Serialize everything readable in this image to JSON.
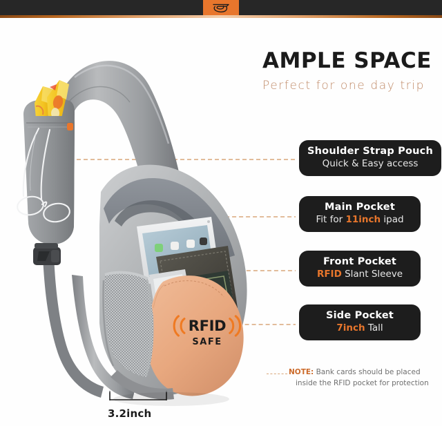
{
  "header": {
    "logo_icon": "brand-logo-icon",
    "bar_color": "#272727",
    "tab_color": "#e8762c"
  },
  "title": {
    "main": "AMPLE SPACE",
    "sub": "Perfect for one day trip",
    "main_color": "#1b1b1b",
    "sub_color": "#c08a67"
  },
  "callouts": [
    {
      "id": "shoulder-strap-pouch",
      "title": "Shoulder Strap Pouch",
      "sub_prefix": "Quick & Easy access",
      "sub_highlight": "",
      "sub_suffix": ""
    },
    {
      "id": "main-pocket",
      "title": "Main Pocket",
      "sub_prefix": "Fit for ",
      "sub_highlight": "11inch",
      "sub_suffix": " ipad"
    },
    {
      "id": "front-pocket",
      "title": "Front Pocket",
      "sub_prefix": "",
      "sub_highlight": "RFID",
      "sub_suffix": " Slant Sleeve"
    },
    {
      "id": "side-pocket",
      "title": "Side Pocket",
      "sub_prefix": "",
      "sub_highlight": "7inch",
      "sub_suffix": " Tall"
    }
  ],
  "note": {
    "label": "NOTE:",
    "line1": "Bank cards should be placed",
    "line2": "inside the RFID pocket for protection",
    "label_color": "#cc6a2a"
  },
  "dimension": {
    "label": "3.2inch"
  },
  "rfid_badge": {
    "word": "RFID",
    "safe": "SAFE",
    "arc_color": "#ef7a22"
  },
  "product": {
    "name": "sling-bag",
    "body_color": "#a9abad",
    "front_pocket_color": "#e9a981",
    "strap_color": "#8e9093",
    "accent_color": "#e8762c"
  },
  "markers": {
    "accent_color": "#ef7a22",
    "line_color": "#d9a678"
  }
}
